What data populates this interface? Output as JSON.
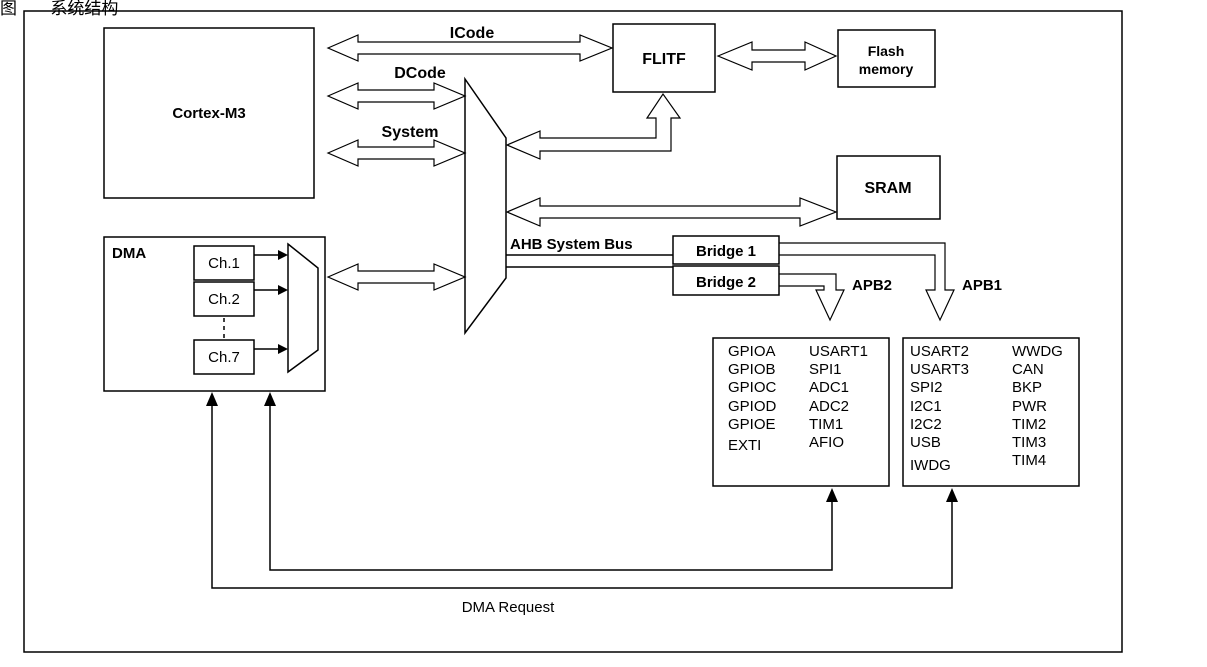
{
  "caption": {
    "prefix": "图",
    "text": "系统结构"
  },
  "blocks": {
    "cortex": "Cortex-M3",
    "flitf": "FLITF",
    "flash_line1": "Flash",
    "flash_line2": "memory",
    "sram": "SRAM",
    "dma": "DMA",
    "ch1": "Ch.1",
    "ch2": "Ch.2",
    "ch7": "Ch.7",
    "bridge1": "Bridge 1",
    "bridge2": "Bridge 2"
  },
  "buses": {
    "icode": "ICode",
    "dcode": "DCode",
    "system": "System",
    "ahb": "AHB System Bus",
    "apb2": "APB2",
    "apb1": "APB1",
    "dma_request": "DMA Request"
  },
  "apb2_peripherals": {
    "col1": [
      "GPIOA",
      "GPIOB",
      "GPIOC",
      "GPIOD",
      "GPIOE",
      "EXTI"
    ],
    "col2": [
      "USART1",
      "SPI1",
      "ADC1",
      "ADC2",
      "TIM1",
      "AFIO"
    ]
  },
  "apb1_peripherals": {
    "col1": [
      "USART2",
      "USART3",
      "SPI2",
      "I2C1",
      "I2C2",
      "USB",
      "IWDG"
    ],
    "col2": [
      "WWDG",
      "CAN",
      "BKP",
      "PWR",
      "TIM2",
      "TIM3",
      "TIM4"
    ]
  }
}
